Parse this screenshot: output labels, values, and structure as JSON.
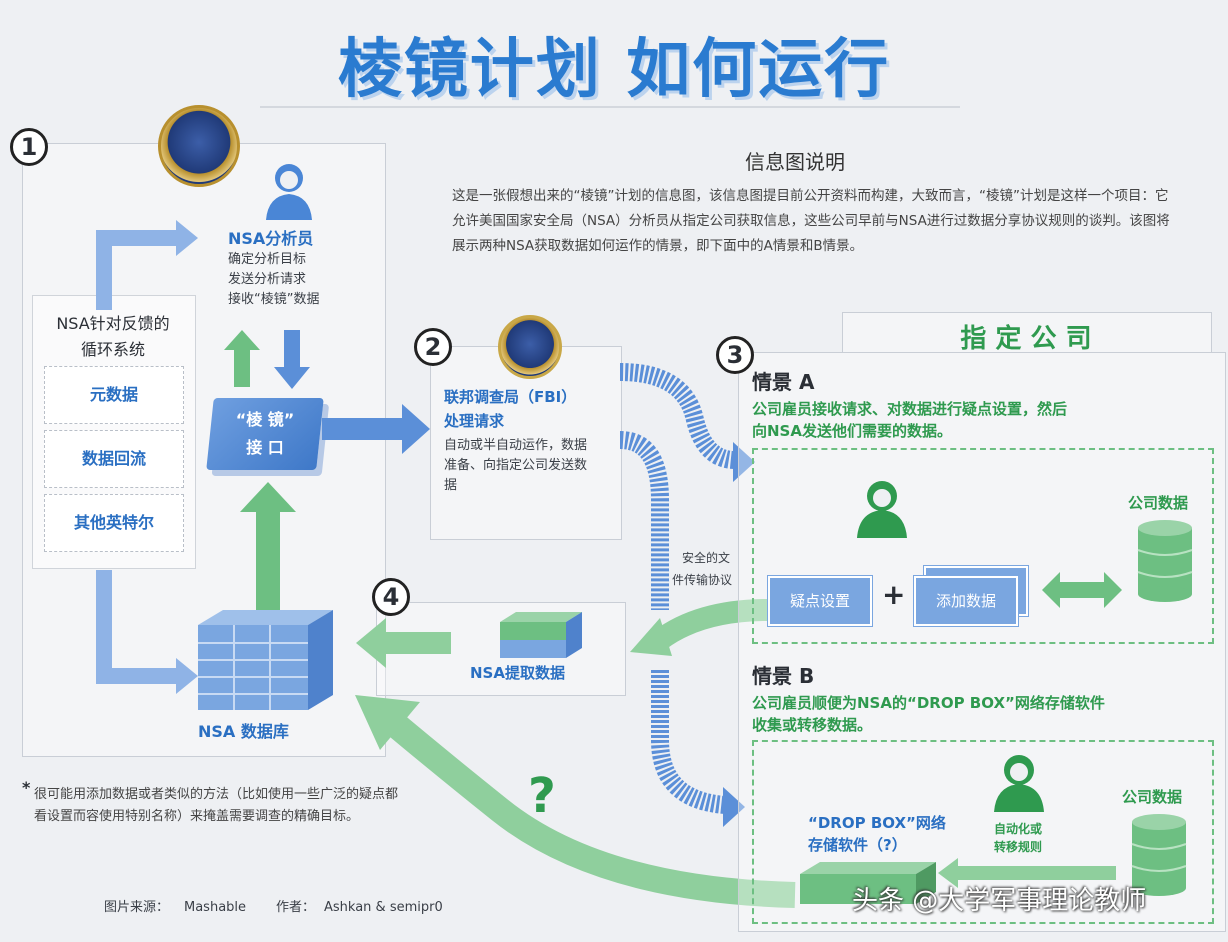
{
  "title": "棱镜计划 如何运行",
  "colors": {
    "accent_blue": "#2a7bd0",
    "accent_green": "#2f9a4f",
    "arrow_blue": "#5b8fd8",
    "arrow_green": "#6dbf82"
  },
  "info": {
    "heading": "信息图说明",
    "body": "这是一张假想出来的“棱镜”计划的信息图，该信息图提目前公开资料而构建，大致而言，“棱镜”计划是这样一个项目：它允许美国国家安全局（NSA）分析员从指定公司获取信息，这些公司早前与NSA进行过数据分享协议规则的谈判。该图将展示两种NSA获取数据如何运作的情景，即下面中的A情景和B情景。"
  },
  "steps": {
    "one": "1",
    "two": "2",
    "three": "3",
    "four": "4"
  },
  "nsa": {
    "analyst_title": "NSA分析员",
    "analyst_tasks": [
      "确定分析目标",
      "发送分析请求",
      "接收“棱镜”数据"
    ],
    "feedback_title_1": "NSA针对反馈的",
    "feedback_title_2": "循环系统",
    "feedback_items": [
      "元数据",
      "数据回流",
      "其他英特尔"
    ],
    "prism_interface_1": "“棱 镜”",
    "prism_interface_2": "接 口",
    "database": "NSA 数据库"
  },
  "fbi": {
    "title_1": "联邦调查局（FBI）",
    "title_2": "处理请求",
    "desc": "自动或半自动运作，数据准备、向指定公司发送数据"
  },
  "secure_transfer_1": "安全的文",
  "secure_transfer_2": "件传输协议",
  "nsa_extract": "NSA提取数据",
  "question_mark": "?",
  "company": {
    "heading": "指 定 公 司",
    "scenario_a": {
      "label": "情景 A",
      "desc_1": "公司雇员接收请求、对数据进行疑点设置，然后",
      "desc_2": "向NSA发送他们需要的数据。",
      "card_1": "疑点设置",
      "plus": "+",
      "card_2": "添加数据",
      "data_label": "公司数据"
    },
    "scenario_b": {
      "label": "情景 B",
      "desc_1": "公司雇员顺便为NSA的“DROP BOX”网络存储软件",
      "desc_2": "收集或转移数据。",
      "dropbox_1": "“DROP BOX”网络",
      "dropbox_2": "存储软件（?）",
      "auto_1": "自动化或",
      "auto_2": "转移规则",
      "data_label": "公司数据"
    }
  },
  "footnote": "很可能用添加数据或者类似的方法（比如使用一些广泛的疑点都看设置而容使用特别名称）来掩盖需要调查的精确目标。",
  "footnote_mark": "*",
  "credits": {
    "source_label": "图片来源：",
    "source": "Mashable",
    "author_label": "作者：",
    "author": "Ashkan & semipr0"
  },
  "watermark": "头条 @大学军事理论教师",
  "icons": [
    "nsa-seal-icon",
    "fbi-seal-icon",
    "analyst-person-icon",
    "employee-person-icon",
    "database-stack-icon",
    "cylinder-icon",
    "question-icon"
  ]
}
